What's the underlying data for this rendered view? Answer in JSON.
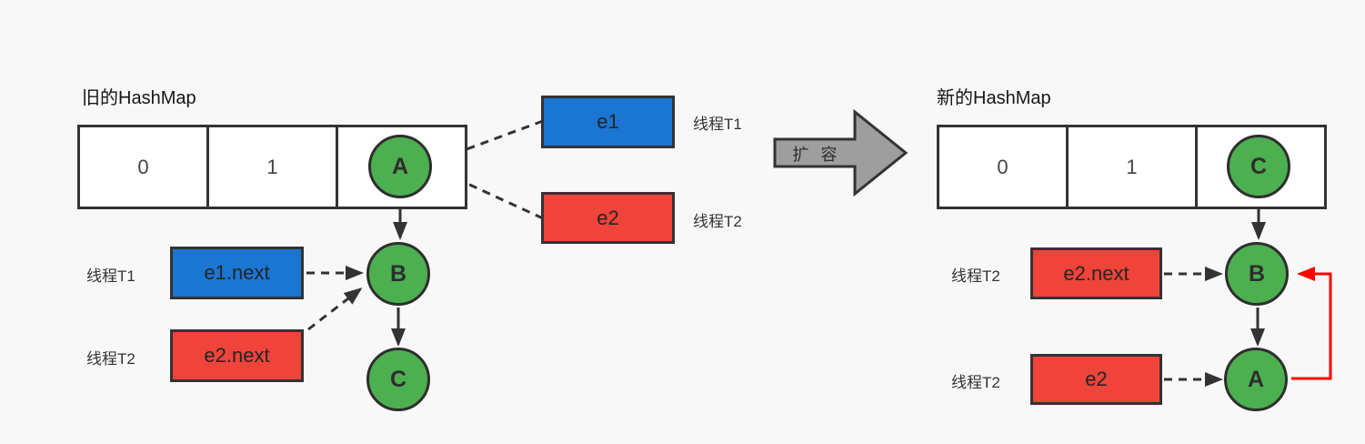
{
  "colors": {
    "background": "#f8f8f8",
    "node_green": "#4caf50",
    "box_blue": "#1b75d2",
    "box_red": "#f0433a",
    "cycle_arrow_red": "#ff0000",
    "resize_arrow_gray": "#9e9e9e",
    "stroke_dark": "#333333"
  },
  "old_hashmap": {
    "title": "旧的HashMap",
    "bucket0": "0",
    "bucket1": "1",
    "node_a": "A",
    "node_b": "B",
    "node_c": "C",
    "e1_box": "e1",
    "e1_thread": "线程T1",
    "e2_box": "e2",
    "e2_thread": "线程T2",
    "e1next_box": "e1.next",
    "e1next_thread": "线程T1",
    "e2next_box": "e2.next",
    "e2next_thread": "线程T2"
  },
  "transition": {
    "label": "扩 容"
  },
  "new_hashmap": {
    "title": "新的HashMap",
    "bucket0": "0",
    "bucket1": "1",
    "node_c": "C",
    "node_b": "B",
    "node_a": "A",
    "e2next_box": "e2.next",
    "e2next_thread": "线程T2",
    "e2_box": "e2",
    "e2_thread": "线程T2"
  }
}
